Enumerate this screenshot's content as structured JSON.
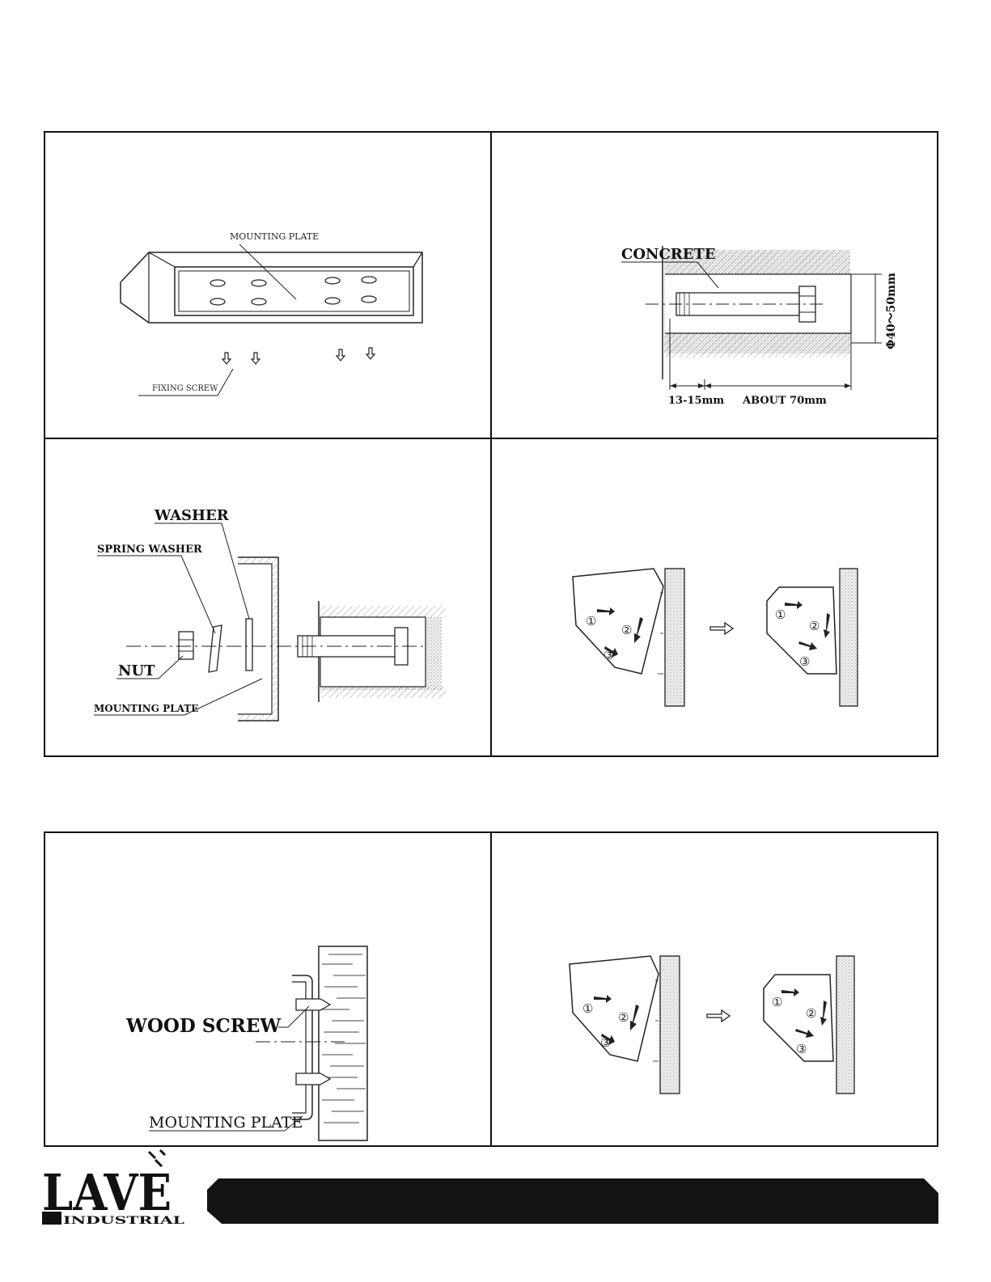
{
  "panel1": {
    "mounting_plate": "MOUNTING PLATE",
    "fixing_screw": "FIXING SCREW"
  },
  "panel2": {
    "concrete": "CONCRETE",
    "diameter": "Φ40～50mm",
    "gap": "13-15mm",
    "depth": "ABOUT 70mm"
  },
  "panel3": {
    "washer": "WASHER",
    "spring_washer": "SPRING WASHER",
    "nut": "NUT",
    "mounting_plate": "MOUNTING PLATE"
  },
  "panel4": {
    "step1": "①",
    "step2": "②",
    "step3": "③"
  },
  "panel5": {
    "wood_screw": "WOOD SCREW",
    "mounting_plate": "MOUNTING PLATE"
  },
  "panel6": {
    "step1": "①",
    "step2": "②",
    "step3": "③"
  },
  "logo": {
    "brand": "LAVE",
    "sub": "INDUSTRIAL"
  }
}
